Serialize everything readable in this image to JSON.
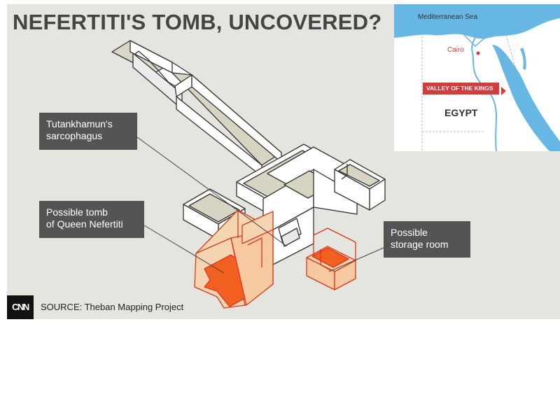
{
  "headline": "NEFERTITI'S TOMB, UNCOVERED?",
  "callouts": {
    "sarcophagus": [
      "Tutankhamun's",
      "sarcophagus"
    ],
    "nefertiti": [
      "Possible tomb",
      "of Queen Nefertiti"
    ],
    "storage": [
      "Possible",
      "storage room"
    ]
  },
  "map": {
    "sea": "Mediterranean Sea",
    "city": "Cairo",
    "site": "VALLEY OF THE KINGS",
    "country": "EGYPT"
  },
  "footer": {
    "logo": "CNN",
    "source": "SOURCE: Theban Mapping Project"
  },
  "colors": {
    "background": "#e4e5df",
    "callout": "#545454",
    "highlight_fill": "#f2601f",
    "highlight_wall": "#f3d6b1",
    "highlight_stroke": "#e0351d",
    "sea": "#67b7e4",
    "map_accent": "#d63b3b"
  }
}
